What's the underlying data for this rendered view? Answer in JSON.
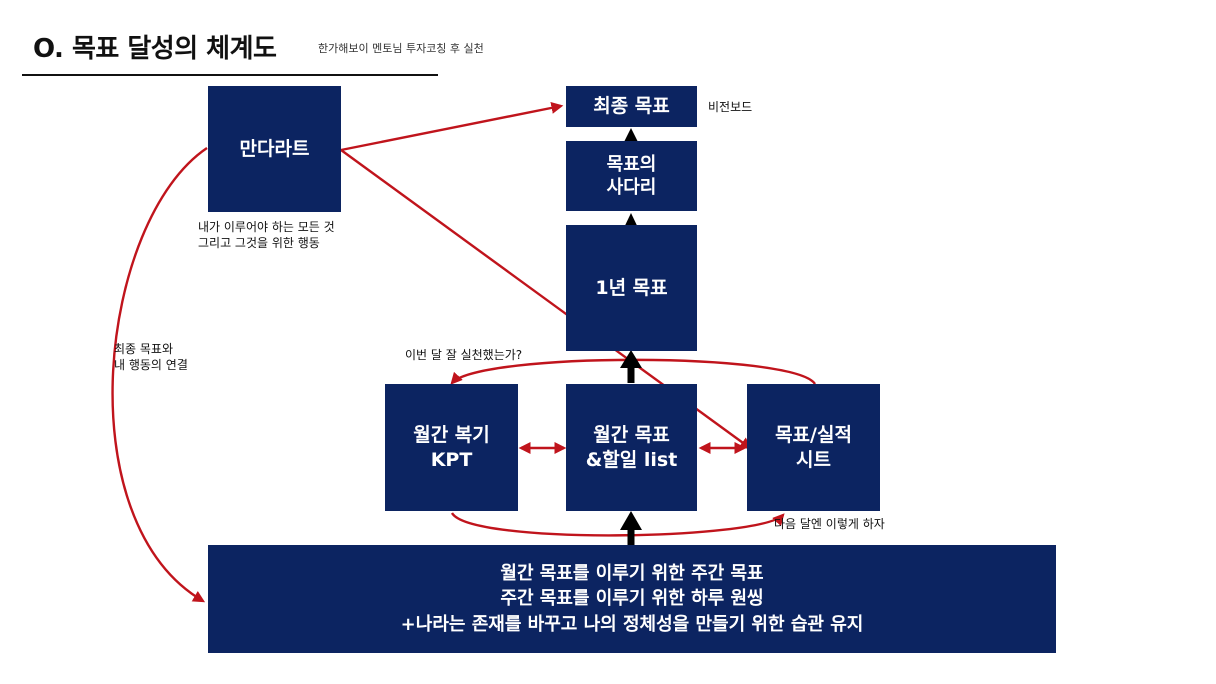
{
  "header": {
    "title": "O. 목표 달성의 체계도",
    "subtitle": "한가해보이 멘토님 투자코칭 후 실천"
  },
  "boxes": {
    "mandalart": "만다라트",
    "final_goal": "최종 목표",
    "goal_ladder_line1": "목표의",
    "goal_ladder_line2": "사다리",
    "one_year_goal": "1년 목표",
    "monthly_review_line1": "월간 복기",
    "monthly_review_line2": "KPT",
    "monthly_goal_line1": "월간 목표",
    "monthly_goal_line2": "&할일 list",
    "goal_sheet_line1": "목표/실적",
    "goal_sheet_line2": "시트",
    "weekly_line1": "월간 목표를 이루기 위한 주간 목표",
    "weekly_line2": "주간 목표를 이루기 위한 하루 원씽",
    "weekly_line3": "+나라는 존재를 바꾸고 나의 정체성을 만들기 위한 습관 유지"
  },
  "notes": {
    "vision_board": "비전보드",
    "mandalart_desc_line1": "내가 이루어야 하는 모든 것",
    "mandalart_desc_line2": "그리고 그것을 위한 행동",
    "connection_line1": "최종 목표와",
    "connection_line2": "내 행동의 연결",
    "did_well": "이번 달 잘 실천했는가?",
    "next_month": "다음 달엔 이렇게 하자"
  },
  "colors": {
    "box": "#0c2461",
    "arrow_red": "#c0141c",
    "arrow_black": "#000000"
  }
}
